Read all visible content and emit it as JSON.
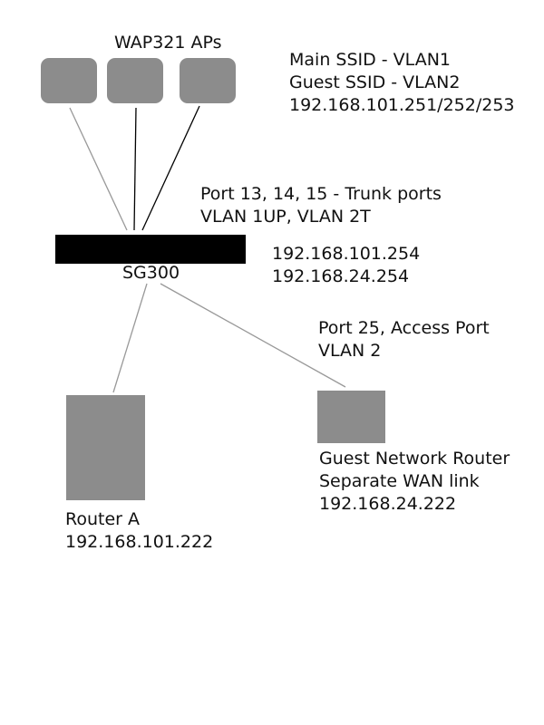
{
  "access_points": {
    "label": "WAP321 APs",
    "info": [
      "Main SSID - VLAN1",
      "Guest SSID - VLAN2",
      "192.168.101.251/252/253"
    ]
  },
  "trunk_ports": {
    "lines": [
      "Port 13, 14, 15 - Trunk ports",
      "VLAN 1UP, VLAN 2T"
    ]
  },
  "switch": {
    "label": "SG300",
    "ips": [
      "192.168.101.254",
      "192.168.24.254"
    ]
  },
  "access_port": {
    "lines": [
      "Port 25, Access Port",
      "VLAN 2"
    ]
  },
  "router_a": {
    "name": "Router A",
    "ip": "192.168.101.222"
  },
  "guest_router": {
    "lines": [
      "Guest Network Router",
      "Separate WAN link",
      "192.168.24.222"
    ]
  },
  "colors": {
    "device_fill": "#8c8c8c",
    "switch_fill": "#000000",
    "link_gray": "#999999",
    "link_black": "#000000"
  }
}
